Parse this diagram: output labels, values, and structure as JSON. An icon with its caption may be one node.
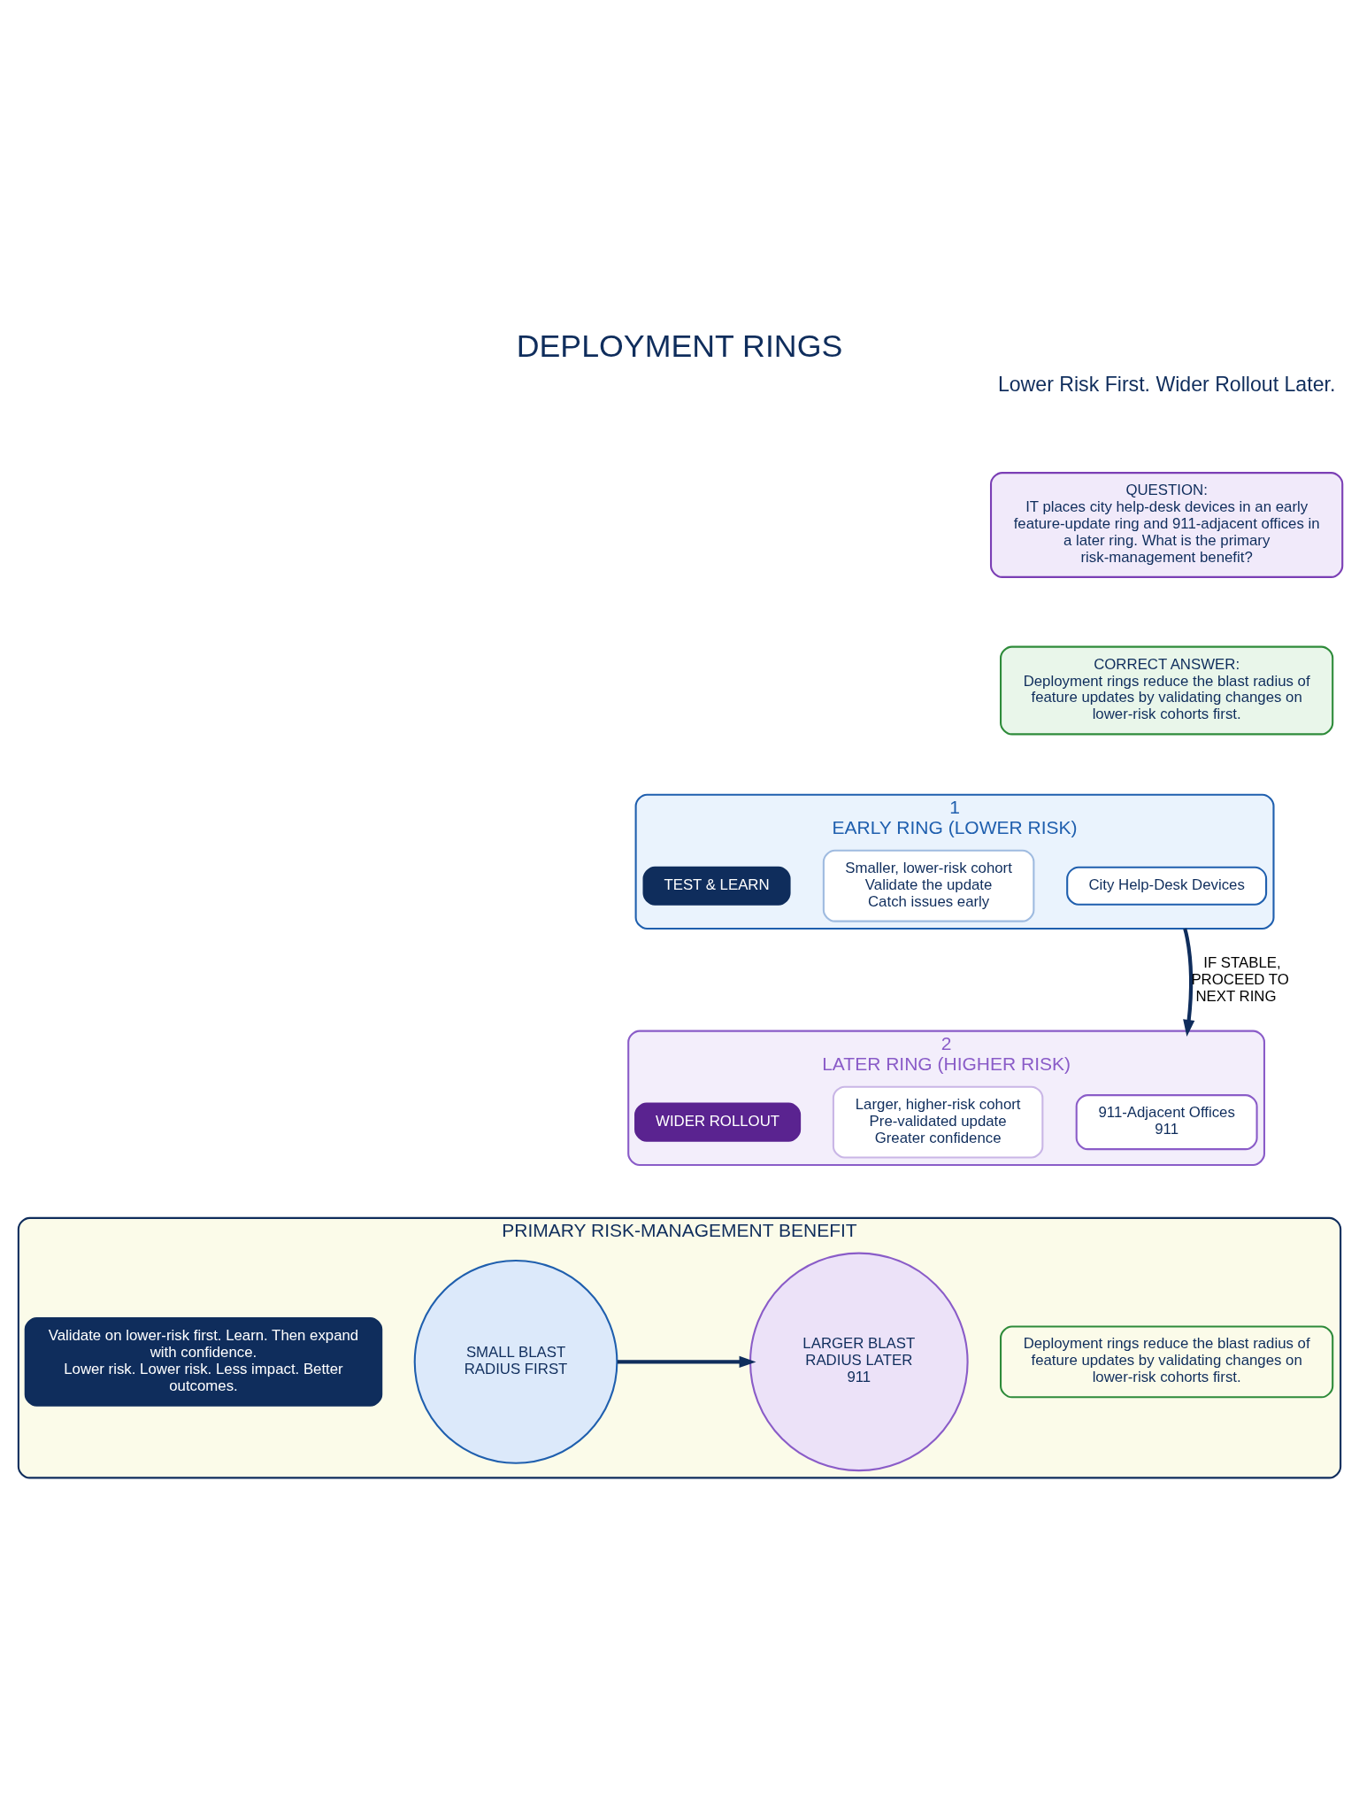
{
  "diagram": {
    "title": "DEPLOYMENT RINGS",
    "nodes": [
      {
        "text": [
          "QUESTION:",
          "IT places city help-desk devices in an early feature-update ring and 911-adjacent offices in a later ring. What is the primary risk-management benefit?"
        ]
      },
      {
        "text": [
          "CORRECT ANSWER:",
          "Deployment rings reduce the blast radius of feature updates by validating changes on lower-risk cohorts first."
        ]
      },
      {
        "text": [
          "1",
          "EARLY RING (LOWER RISK)"
        ]
      },
      {
        "text": [
          "City Help-Desk Devices"
        ],
        "in": 2
      },
      {
        "text": [
          "Smaller, lower-risk cohort",
          "Validate the update",
          "Catch issues early"
        ],
        "in": 2
      },
      {
        "text": [
          "TEST & LEARN"
        ],
        "in": 2
      },
      {
        "text": [
          "2",
          "LATER RING (HIGHER RISK)"
        ]
      },
      {
        "text": [
          "911-Adjacent Offices",
          "911"
        ],
        "in": 6
      },
      {
        "text": [
          "Larger, higher-risk cohort",
          "Pre-validated update",
          "Greater confidence"
        ],
        "in": 6
      },
      {
        "text": [
          "WIDER ROLLOUT"
        ],
        "in": 6
      },
      {
        "text": [
          "PRIMARY RISK-MANAGEMENT BENEFIT"
        ]
      },
      {
        "text": [
          "Deployment rings reduce the blast radius of feature updates by validating changes on lower-risk cohorts first."
        ],
        "in": 10
      },
      {
        "text": [
          "SMALL BLAST RADIUS FIRST"
        ],
        "in": 10
      },
      {
        "text": [
          "LARGER BLAST RADIUS LATER",
          "911"
        ],
        "in": 10
      },
      {
        "text": [
          "Validate on lower-risk first. Learn. Then expand with confidence.",
          "Lower risk. Lower risk. Less impact. Better outcomes."
        ],
        "in": 10
      }
    ],
    "edges": [
      {
        "from": 2,
        "to": 6,
        "arrow": "to",
        "label": "IF STABLE, PROCEED TO NEXT RING"
      },
      {
        "from": 12,
        "to": 13,
        "arrow": "to"
      }
    ],
    "labels": [
      "Lower Risk First. Wider Rollout Later."
    ]
  }
}
